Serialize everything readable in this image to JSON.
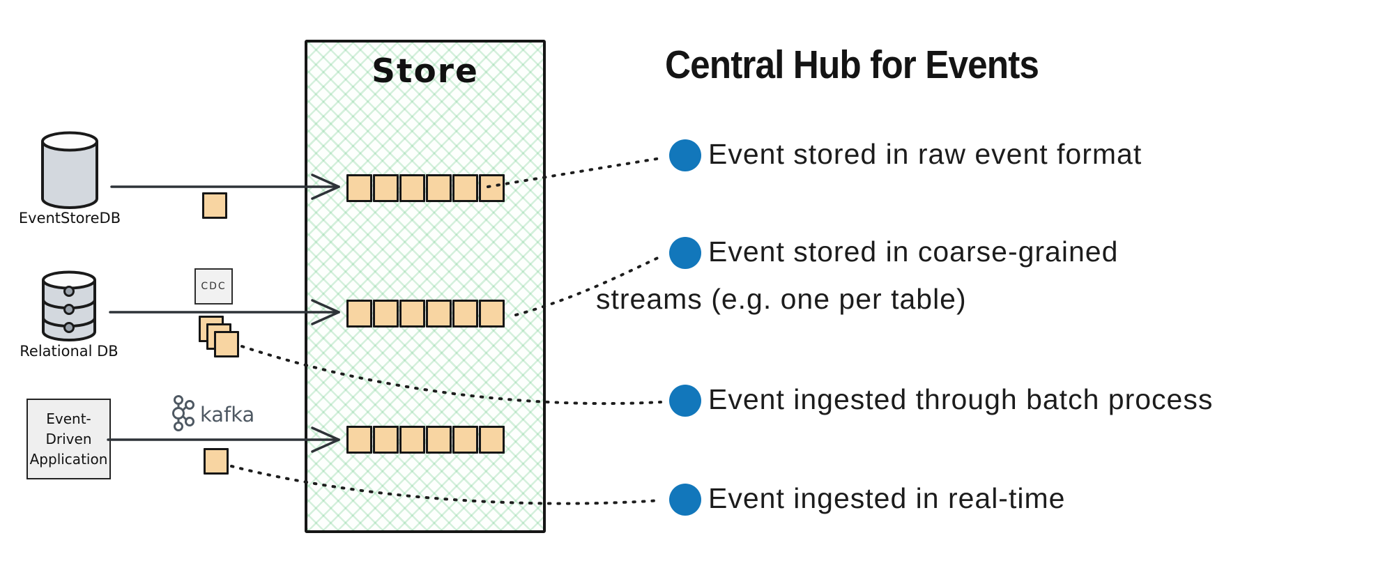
{
  "palette": {
    "accent_blue": "#1277bb",
    "event_square_fill": "#f8d5a2",
    "outline_black": "#161616",
    "store_hatch_green": "#74cc8e",
    "db_cylinder_fill": "#d3d8de",
    "kafka_gray": "#4e5862"
  },
  "store": {
    "title": "Store",
    "stream_rows": 3,
    "cells_per_row": 6
  },
  "sources": [
    {
      "label": "EventStoreDB"
    },
    {
      "label": "Relational DB",
      "connector": "CDC"
    },
    {
      "line1": "Event-",
      "line2": "Driven",
      "line3": "Application",
      "connector": "kafka"
    }
  ],
  "heading": "Central Hub for Events",
  "features": [
    {
      "text": "Event stored in raw event format"
    },
    {
      "text": "Event stored in coarse-grained",
      "text2": "streams (e.g. one per table)"
    },
    {
      "text": "Event ingested through batch process"
    },
    {
      "text": "Event ingested in real-time"
    }
  ]
}
